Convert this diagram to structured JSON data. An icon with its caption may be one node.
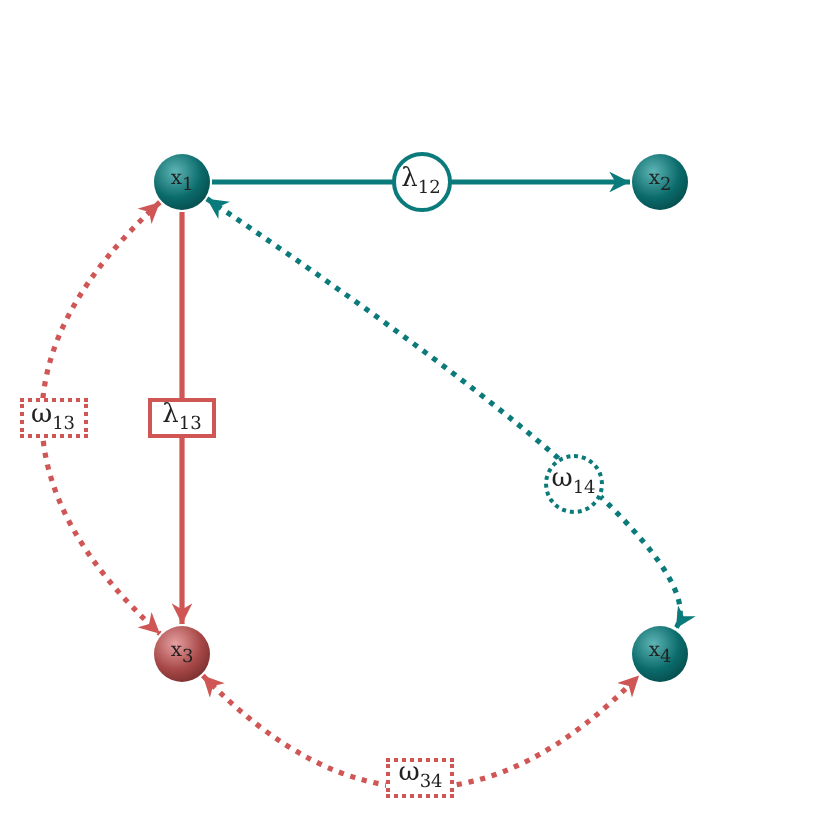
{
  "diagram": {
    "nodes": [
      {
        "text": [
          "x$_{1}$"
        ]
      },
      {
        "text": [
          "x$_{2}$"
        ]
      },
      {
        "text": [
          "x$_{3}$"
        ]
      },
      {
        "text": [
          "x$_{4}$"
        ]
      }
    ],
    "edges": [
      {
        "from": 0,
        "to": 1,
        "arrow": "to",
        "label": "λ$_{12}$",
        "color": "#0b7a7a"
      },
      {
        "from": 0,
        "to": 2,
        "arrow": "to",
        "label": "λ$_{13}$",
        "color": "#d05555"
      },
      {
        "from": 0,
        "to": 2,
        "arrow": "both",
        "label": "ω$_{13}$",
        "style": "dashed",
        "color": "#d05555"
      },
      {
        "from": 0,
        "to": 3,
        "arrow": "both",
        "label": "ω$_{14}$",
        "style": "dashed",
        "color": "#0b7a7a"
      },
      {
        "from": 2,
        "to": 3,
        "arrow": "both",
        "label": "ω$_{34}$",
        "style": "dashed",
        "color": "#d05555"
      }
    ]
  }
}
